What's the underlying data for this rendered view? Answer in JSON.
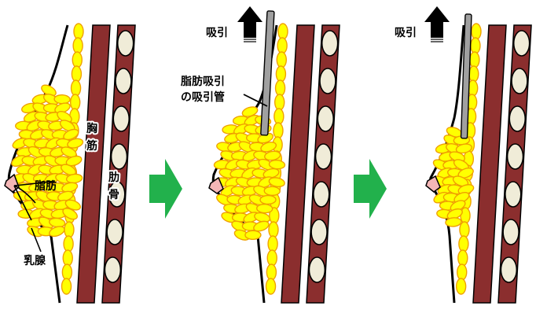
{
  "labels": {
    "fat": "脂肪",
    "mammary_gland": "乳腺",
    "chest_muscle_1": "胸",
    "chest_muscle_2": "筋",
    "rib_1": "肋",
    "rib_2": "骨",
    "suction_1": "吸引",
    "suction_2": "吸引",
    "cannula_line1": "脂肪吸引",
    "cannula_line2": "の吸引管"
  },
  "colors": {
    "fat_fill": "#FFFF00",
    "fat_stroke": "#F0A000",
    "muscle": "#8B2E2E",
    "rib_fill": "#F0ECD8",
    "arrow_green": "#22B14C",
    "nipple": "#F4B6B6",
    "cannula": "#A0A0A0"
  },
  "icons": {
    "suction_arrow": "up-arrow-icon",
    "step_arrow": "right-arrow-icon"
  }
}
